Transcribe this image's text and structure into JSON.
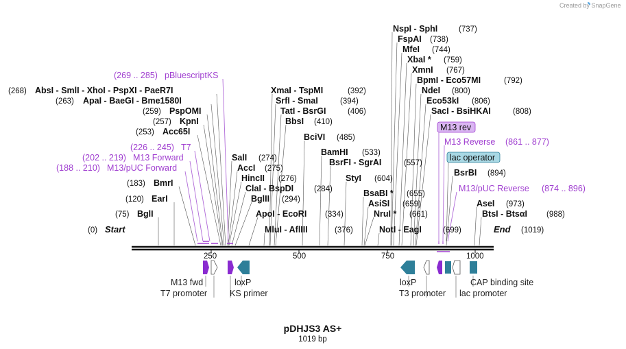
{
  "brand": "Created by SnapGene",
  "plasmid": {
    "name": "pDHJS3 AS+",
    "length": "1019 bp"
  },
  "map": {
    "start_label": "Start",
    "start_pos": "(0)",
    "end_label": "End",
    "end_pos": "(1019)",
    "ticks": [
      "250",
      "500",
      "750",
      "1000"
    ]
  },
  "enzymes": [
    {
      "name": "BglI",
      "pos": "(75)"
    },
    {
      "name": "EarI",
      "pos": "(120)"
    },
    {
      "name": "BmrI",
      "pos": "(183)"
    },
    {
      "name": "Acc65I",
      "pos": "(253)"
    },
    {
      "name": "KpnI",
      "pos": "(257)"
    },
    {
      "name": "PspOMI",
      "pos": "(259)"
    },
    {
      "name": "ApaI - BaeGI - Bme1580I",
      "pos": "(263)"
    },
    {
      "name": "AbsI - SmlI - XhoI - PspXI - PaeR7I",
      "pos": "(268)"
    },
    {
      "name": "SalI",
      "pos": "(274)"
    },
    {
      "name": "AccI",
      "pos": "(275)"
    },
    {
      "name": "HincII",
      "pos": "(276)"
    },
    {
      "name": "ClaI - BspDI",
      "pos": "(284)"
    },
    {
      "name": "BglII",
      "pos": "(294)"
    },
    {
      "name": "ApoI - EcoRI",
      "pos": "(334)"
    },
    {
      "name": "MluI - AflIII",
      "pos": "(376)"
    },
    {
      "name": "XmaI - TspMI",
      "pos": "(392)"
    },
    {
      "name": "SrfI - SmaI",
      "pos": "(394)"
    },
    {
      "name": "TatI - BsrGI",
      "pos": "(406)"
    },
    {
      "name": "BbsI",
      "pos": "(410)"
    },
    {
      "name": "BciVI",
      "pos": "(485)"
    },
    {
      "name": "BamHI",
      "pos": "(533)"
    },
    {
      "name": "BsrFI - SgrAI",
      "pos": "(557)"
    },
    {
      "name": "StyI",
      "pos": "(604)"
    },
    {
      "name": "BsaBI *",
      "pos": "(655)"
    },
    {
      "name": "AsiSI",
      "pos": "(659)"
    },
    {
      "name": "NruI *",
      "pos": "(661)"
    },
    {
      "name": "NotI - EagI",
      "pos": "(699)"
    },
    {
      "name": "NspI - SphI",
      "pos": "(737)"
    },
    {
      "name": "FspAI",
      "pos": "(738)"
    },
    {
      "name": "MfeI",
      "pos": "(744)"
    },
    {
      "name": "XbaI *",
      "pos": "(759)"
    },
    {
      "name": "XmnI",
      "pos": "(767)"
    },
    {
      "name": "BpmI - Eco57MI",
      "pos": "(792)"
    },
    {
      "name": "NdeI",
      "pos": "(800)"
    },
    {
      "name": "Eco53kI",
      "pos": "(806)"
    },
    {
      "name": "SacI - BsiHKAI",
      "pos": "(808)"
    },
    {
      "name": "BsrBI",
      "pos": "(894)"
    },
    {
      "name": "AseI",
      "pos": "(973)"
    },
    {
      "name": "BtsI - BtsαI",
      "pos": "(988)"
    }
  ],
  "primers": [
    {
      "name": "pBluescriptKS",
      "range": "(269 .. 285)"
    },
    {
      "name": "T7",
      "range": "(226 .. 245)"
    },
    {
      "name": "M13 Forward",
      "range": "(202 .. 219)"
    },
    {
      "name": "M13/pUC Forward",
      "range": "(188 .. 210)"
    },
    {
      "name": "M13 rev",
      "range": ""
    },
    {
      "name": "M13 Reverse",
      "range": "(861 .. 877)"
    },
    {
      "name": "M13/pUC Reverse",
      "range": "(874 .. 896)"
    }
  ],
  "boxed_feature": "lac operator",
  "features": [
    {
      "name": "M13 fwd"
    },
    {
      "name": "T7 promoter"
    },
    {
      "name": "loxP"
    },
    {
      "name": "KS primer"
    },
    {
      "name": "loxP"
    },
    {
      "name": "T3 promoter"
    },
    {
      "name": "CAP binding site"
    },
    {
      "name": "lac promoter"
    }
  ],
  "colors": {
    "primer": "#a03fd0",
    "primer_bg": "#dab6f2",
    "feature_teal": "#2e7f99",
    "feature_purple": "#8a2bd0",
    "operator_bg": "#a8d8e4"
  }
}
